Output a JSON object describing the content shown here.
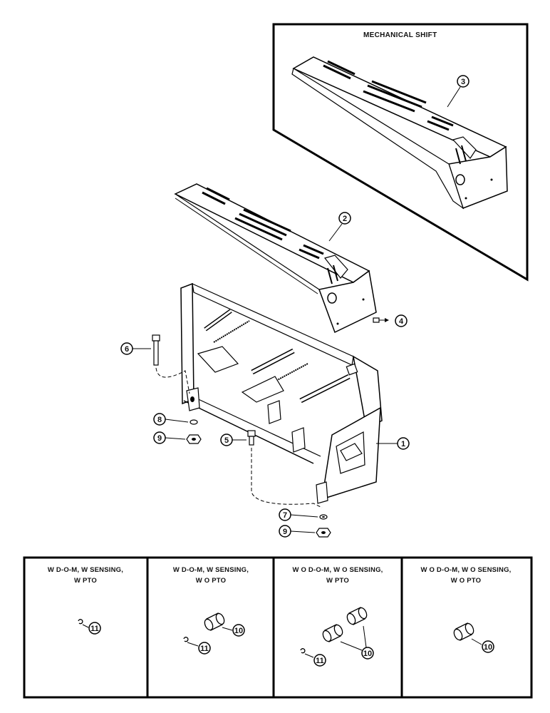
{
  "inset": {
    "title": "MECHANICAL SHIFT"
  },
  "callouts": {
    "c1": "1",
    "c2": "2",
    "c3": "3",
    "c4": "4",
    "c5": "5",
    "c6": "6",
    "c7": "7",
    "c8": "8",
    "c9a": "9",
    "c9b": "9"
  },
  "variants": [
    {
      "line1": "W  D-O-M, W  SENSING,",
      "line2": "W  PTO",
      "callouts": [
        "11"
      ]
    },
    {
      "line1": "W  D-O-M, W  SENSING,",
      "line2": "W  O PTO",
      "callouts": [
        "10",
        "11"
      ]
    },
    {
      "line1": "W  O D-O-M, W  O SENSING,",
      "line2": "W  PTO",
      "callouts": [
        "10",
        "11"
      ]
    },
    {
      "line1": "W  O D-O-M, W  O SENSING,",
      "line2": "W  O PTO",
      "callouts": [
        "10"
      ]
    }
  ]
}
